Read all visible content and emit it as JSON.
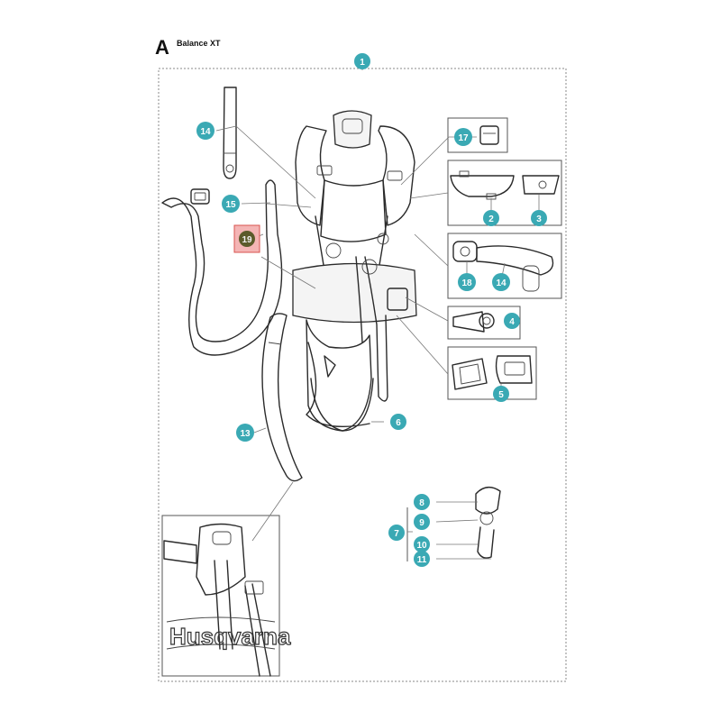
{
  "header": {
    "section_letter": "A",
    "model_name": "Balance XT"
  },
  "colors": {
    "callout": "#3aa9b4",
    "highlight_fill": "#f4b5b5",
    "highlight_border": "#d9534f",
    "highlight_circle": "#5b5a2a",
    "line": "#2a2a2a"
  },
  "callouts": {
    "c1": "1",
    "c2": "2",
    "c3": "3",
    "c4": "4",
    "c5": "5",
    "c6": "6",
    "c7": "7",
    "c8": "8",
    "c9": "9",
    "c10": "10",
    "c11": "11",
    "c13": "13",
    "c14a": "14",
    "c14b": "14",
    "c15": "15",
    "c17": "17",
    "c18": "18",
    "c19": "19"
  },
  "detail": {
    "brand_text": "Husqvarna"
  }
}
